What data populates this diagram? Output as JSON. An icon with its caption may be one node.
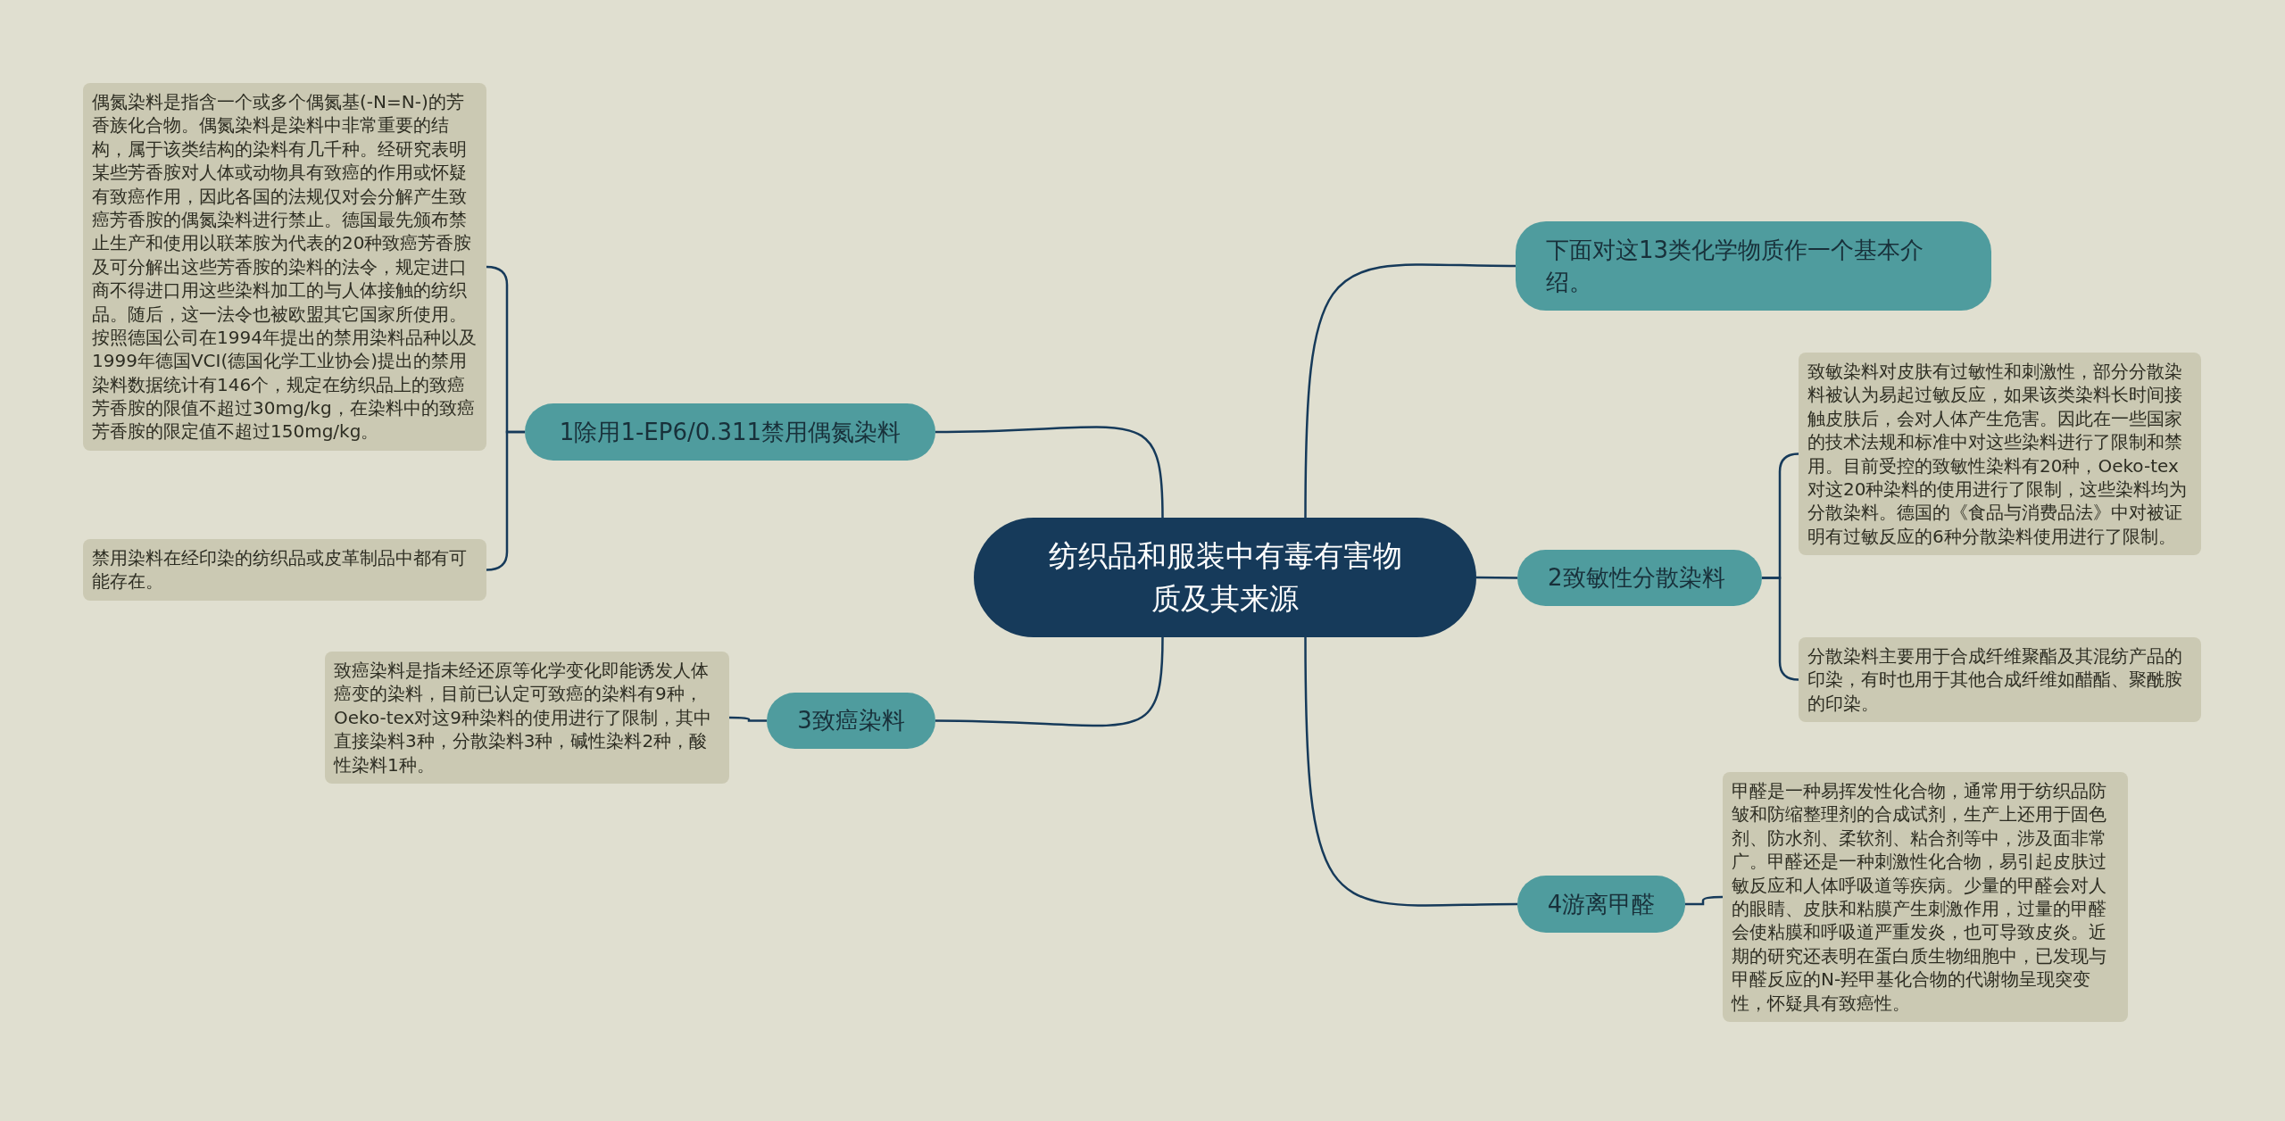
{
  "diagram": {
    "nodes": [
      {
        "text": [
          "纺织品和服装中有毒有害物质及其来源"
        ]
      },
      {
        "text": [
          "下面对这13类化学物质作一个基本介绍。"
        ]
      },
      {
        "text": [
          "1除用1-EP6/0.311禁用偶氮染料"
        ]
      },
      {
        "text": [
          "偶氮染料是指含一个或多个偶氮基(-N=N-)的芳香族化合物。偶氮染料是染料中非常重要的结构，属于该类结构的染料有几千种。经研究表明某些芳香胺对人体或动物具有致癌的作用或怀疑有致癌作用，因此各国的法规仅对会分解产生致癌芳香胺的偶氮染料进行禁止。德国最先颁布禁止生产和使用以联苯胺为代表的20种致癌芳香胺及可分解出这些芳香胺的染料的法令，规定进口商不得进口用这些染料加工的与人体接触的纺织品。随后，这一法令也被欧盟其它国家所使用。按照德国公司在1994年提出的禁用染料品种以及1999年德国VCI(德国化学工业协会)提出的禁用染料数据统计有146个，规定在纺织品上的致癌芳香胺的限值不超过30mg/kg，在染料中的致癌芳香胺的限定值不超过150mg/kg。"
        ]
      },
      {
        "text": [
          "禁用染料在经印染的纺织品或皮革制品中都有可能存在。"
        ]
      },
      {
        "text": [
          "2致敏性分散染料"
        ]
      },
      {
        "text": [
          "致敏染料对皮肤有过敏性和刺激性，部分分散染料被认为易起过敏反应，如果该类染料长时间接触皮肤后，会对人体产生危害。因此在一些国家的技术法规和标准中对这些染料进行了限制和禁用。目前受控的致敏性染料有20种，Oeko-tex对这20种染料的使用进行了限制，这些染料均为分散染料。德国的《食品与消费品法》中对被证明有过敏反应的6种分散染料使用进行了限制。"
        ]
      },
      {
        "text": [
          "分散染料主要用于合成纤维聚酯及其混纺产品的印染，有时也用于其他合成纤维如醋酯、聚酰胺的印染。"
        ]
      },
      {
        "text": [
          "3致癌染料"
        ]
      },
      {
        "text": [
          "致癌染料是指未经还原等化学变化即能诱发人体癌变的染料，目前已认定可致癌的染料有9种，Oeko-tex对这9种染料的使用进行了限制，其中直接染料3种，分散染料3种，碱性染料2种，酸性染料1种。"
        ]
      },
      {
        "text": [
          "4游离甲醛"
        ]
      },
      {
        "text": [
          "甲醛是一种易挥发性化合物，通常用于纺织品防皱和防缩整理剂的合成试剂，生产上还用于固色剂、防水剂、柔软剂、粘合剂等中，涉及面非常广。甲醛还是一种刺激性化合物，易引起皮肤过敏反应和人体呼吸道等疾病。少量的甲醛会对人的眼睛、皮肤和粘膜产生刺激作用，过量的甲醛会使粘膜和呼吸道严重发炎，也可导致皮炎。近期的研究还表明在蛋白质生物细胞中，已发现与甲醛反应的N-羟甲基化合物的代谢物呈现突变性，怀疑具有致癌性。"
        ]
      }
    ],
    "edges": [
      {
        "from": 0,
        "to": 1,
        "arrow": "none"
      },
      {
        "from": 0,
        "to": 2,
        "arrow": "none"
      },
      {
        "from": 2,
        "to": 3,
        "arrow": "none"
      },
      {
        "from": 2,
        "to": 4,
        "arrow": "none"
      },
      {
        "from": 0,
        "to": 5,
        "arrow": "none"
      },
      {
        "from": 5,
        "to": 6,
        "arrow": "none"
      },
      {
        "from": 5,
        "to": 7,
        "arrow": "none"
      },
      {
        "from": 0,
        "to": 8,
        "arrow": "none"
      },
      {
        "from": 8,
        "to": 9,
        "arrow": "none"
      },
      {
        "from": 0,
        "to": 10,
        "arrow": "none"
      },
      {
        "from": 10,
        "to": 11,
        "arrow": "none"
      }
    ]
  }
}
